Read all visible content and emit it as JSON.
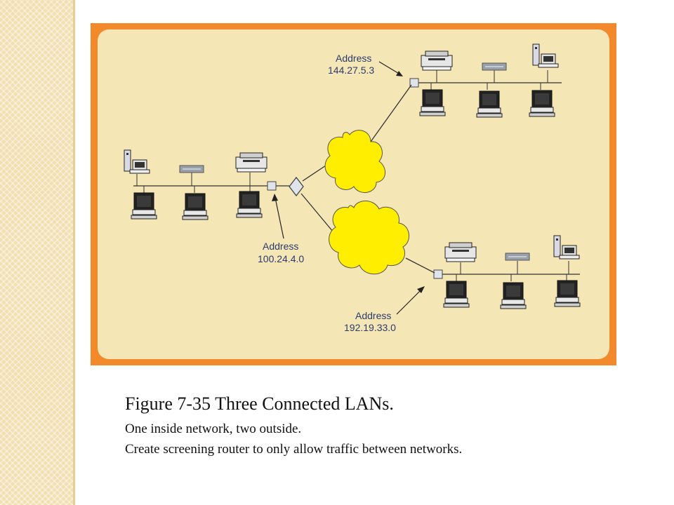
{
  "figure": {
    "addresses": [
      {
        "label": "Address",
        "value": "144.27.5.3"
      },
      {
        "label": "Address",
        "value": "100.24.4.0"
      },
      {
        "label": "Address",
        "value": "192.19.33.0"
      }
    ]
  },
  "caption": {
    "title": "Figure 7-35  Three Connected LANs.",
    "line1": "One inside network, two outside.",
    "line2": "Create screening router to only allow traffic between networks."
  }
}
